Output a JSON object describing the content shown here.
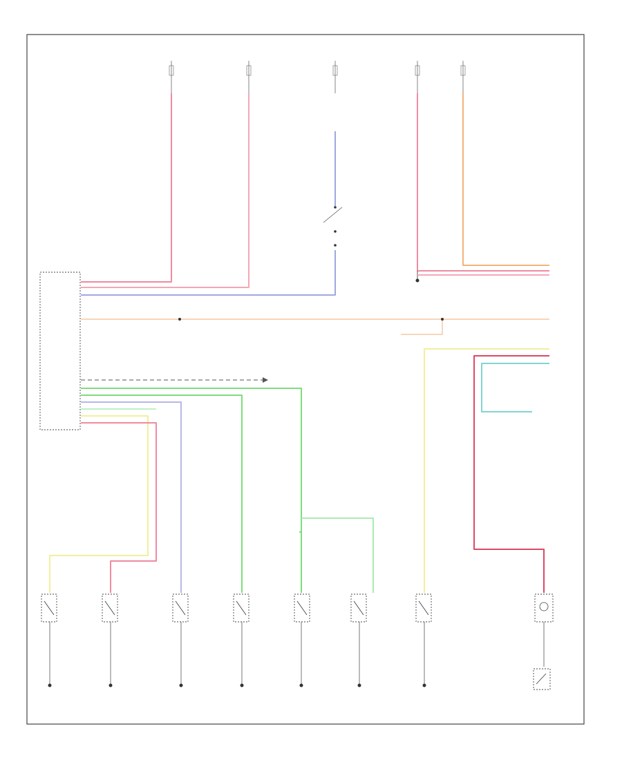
{
  "diagram": {
    "figure_id": "",
    "top_feeds": [
      {
        "id": "feed-1",
        "lines": [
          "",
          ""
        ],
        "fuse": "",
        "wire": ""
      },
      {
        "id": "feed-2",
        "lines": [
          "",
          ""
        ],
        "fuse": "",
        "wire": ""
      },
      {
        "id": "feed-3",
        "lines": [
          "",
          ""
        ],
        "fuse": "",
        "wire": ""
      },
      {
        "id": "feed-4",
        "lines": [
          "",
          ""
        ],
        "fuse": "",
        "wire": ""
      },
      {
        "id": "feed-5",
        "lines": [
          "",
          ""
        ],
        "fuse": "",
        "wire": ""
      }
    ],
    "notes": {
      "top_right": "",
      "module_left": "",
      "ground_mid": "",
      "ground_right": "",
      "splice_mid": "",
      "splice_right": "",
      "seat_switch": "",
      "restraint_module": "",
      "bottom_note": ""
    },
    "bottom_switches": [
      {
        "id": "sw-1",
        "label": ""
      },
      {
        "id": "sw-2",
        "label": ""
      },
      {
        "id": "sw-3",
        "label": ""
      },
      {
        "id": "sw-4",
        "label": ""
      },
      {
        "id": "sw-5",
        "label": ""
      },
      {
        "id": "sw-6",
        "label": ""
      },
      {
        "id": "sw-7",
        "label": ""
      },
      {
        "id": "sw-8",
        "label": ""
      }
    ],
    "colors": {
      "red": "#f08aa0",
      "pink": "#f4a7b6",
      "blue": "#9fa8e0",
      "orange": "#f5b27a",
      "yellow": "#f1ef9d",
      "green": "#7edc7e",
      "lightgreen": "#a8ecb0",
      "teal": "#7fd6d0",
      "lavender": "#b7b6e6",
      "darkred": "#d94a62",
      "gray": "#8b8b8b",
      "black": "#333333"
    }
  }
}
